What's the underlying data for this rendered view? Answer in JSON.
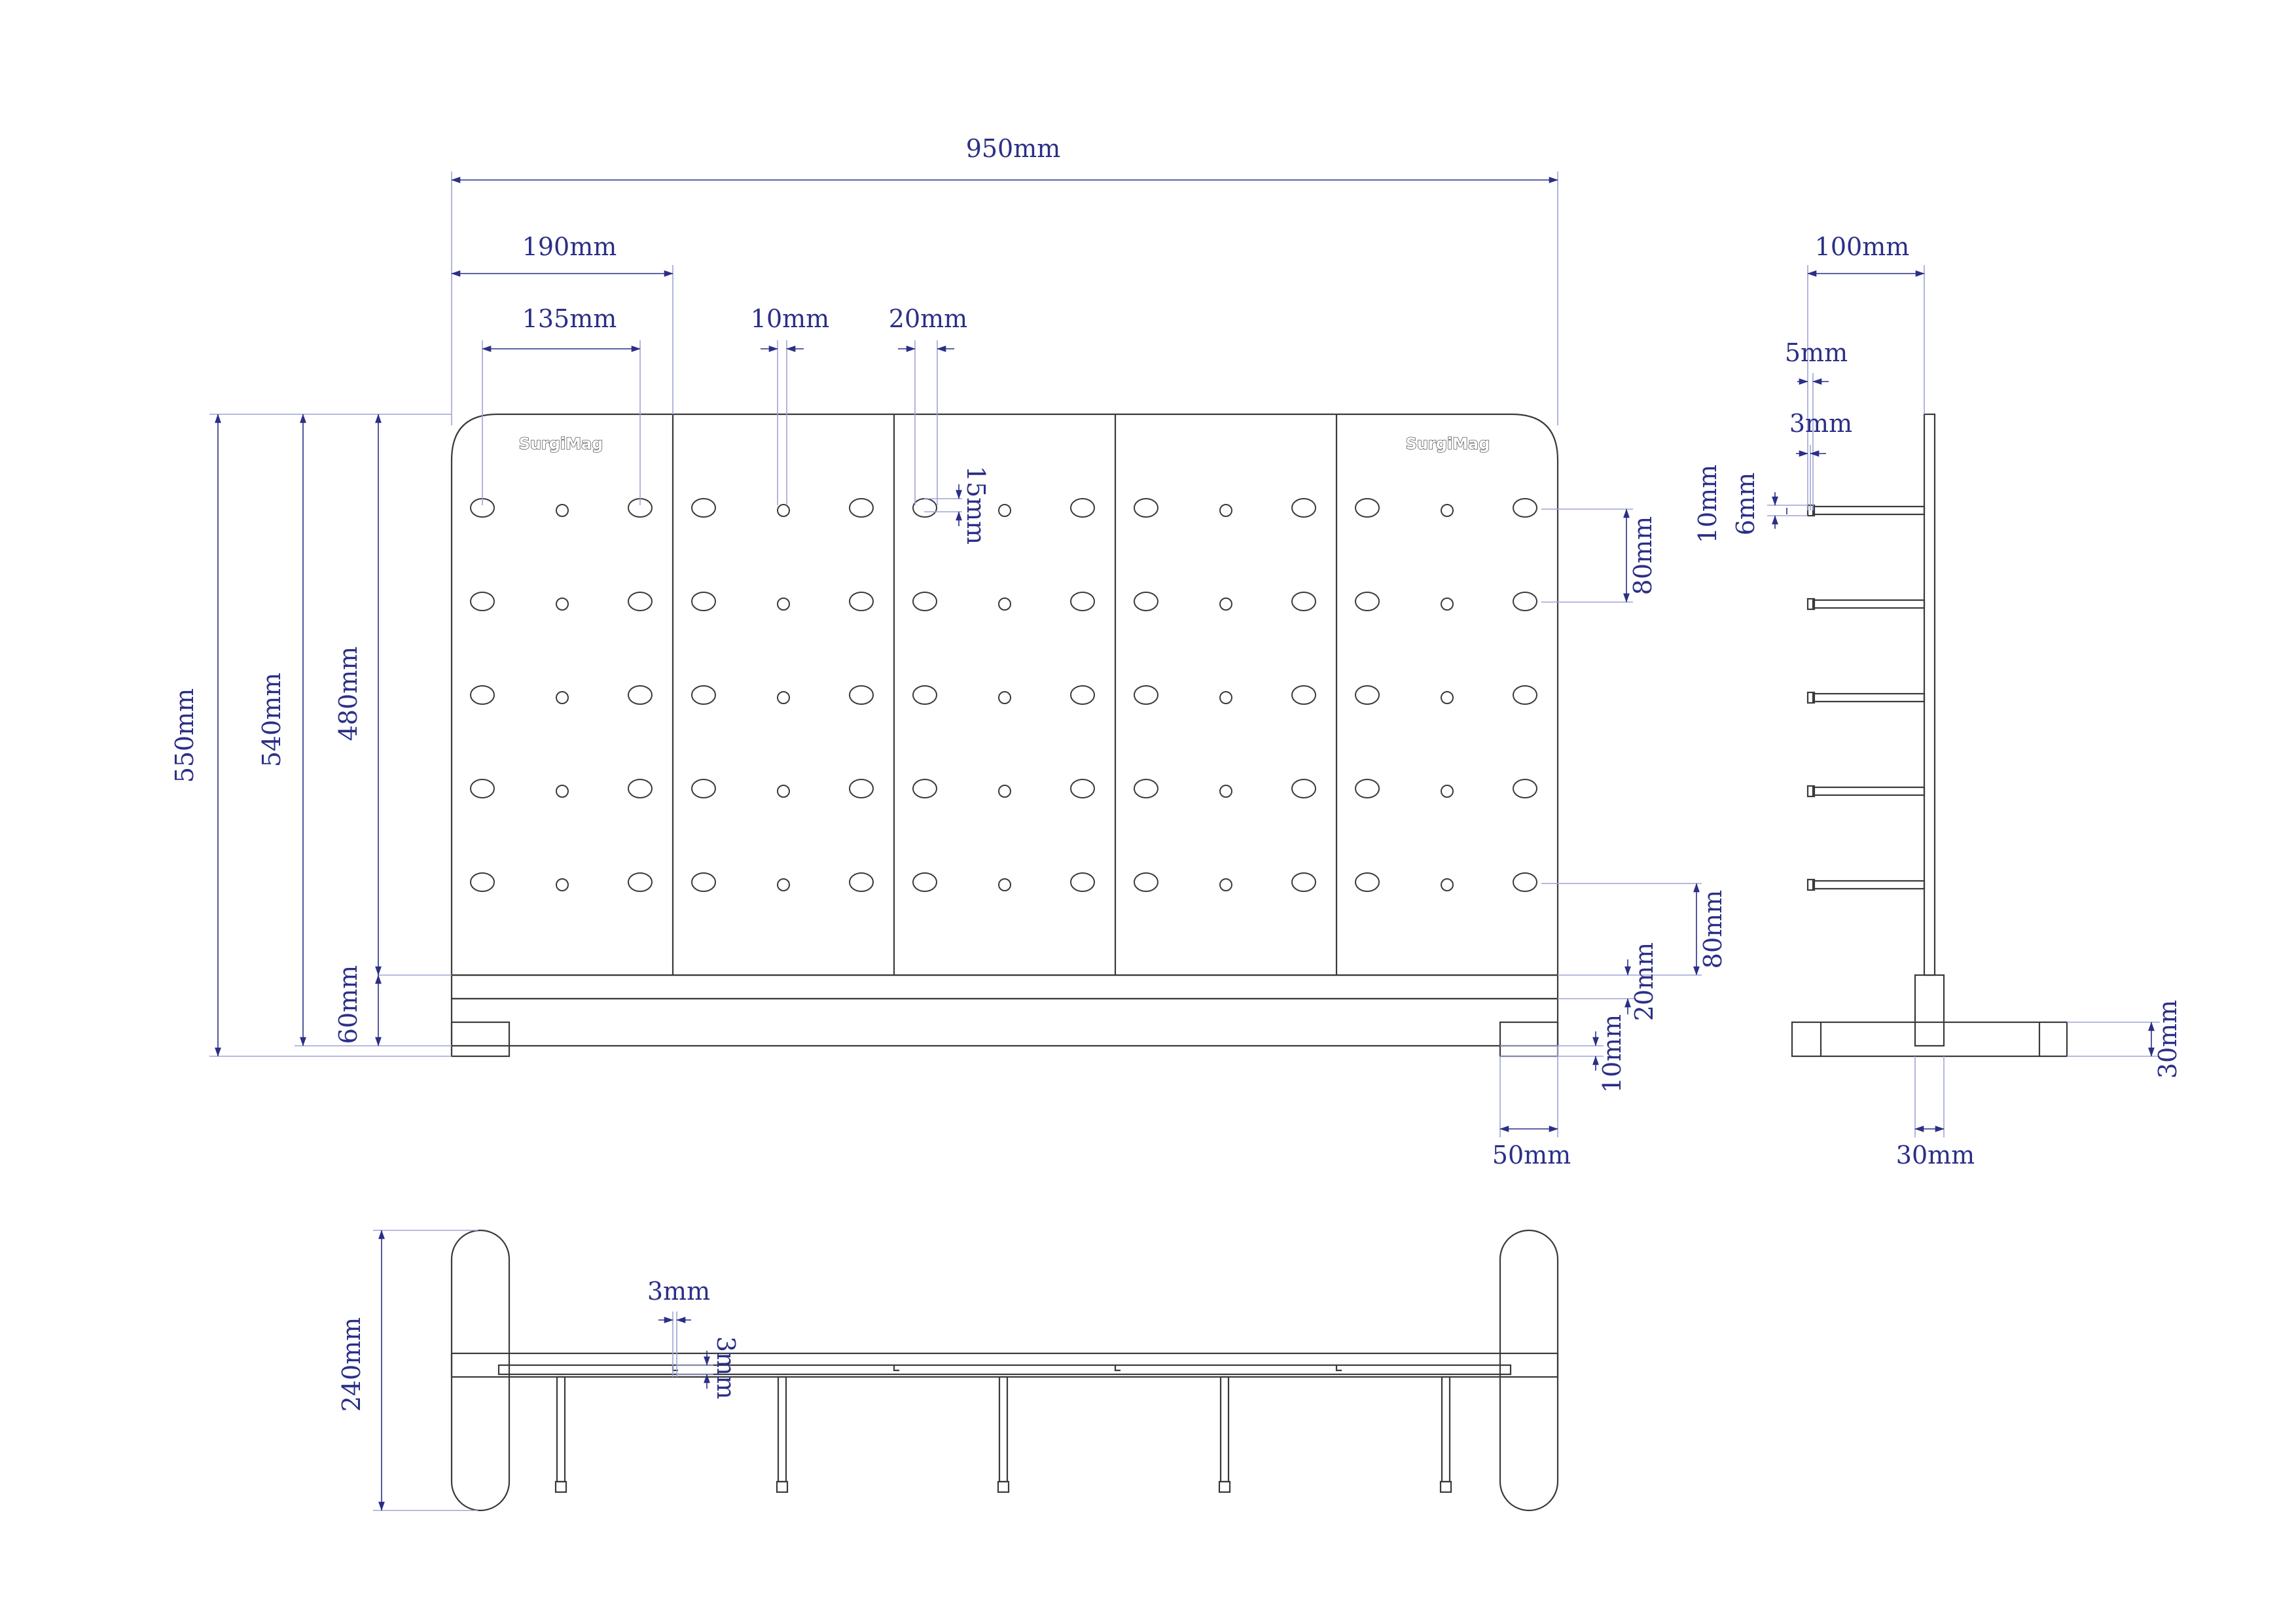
{
  "drawing": {
    "brand_logo": "SurgiMag",
    "front_view": {
      "overall_width": "950mm",
      "panel_width": "190mm",
      "slot_spacing": "135mm",
      "slot_width": "10mm",
      "hole_pitch": "20mm",
      "hole_offset": "15mm",
      "row_spacing_top": "80mm",
      "row_spacing_bottom": "80mm",
      "bottom_gap": "20mm",
      "foot_height": "10mm",
      "foot_width": "50mm",
      "overall_height": "550mm",
      "height_540": "540mm",
      "panel_height": "480mm",
      "base_height": "60mm"
    },
    "side_view": {
      "depth": "100mm",
      "peg_5": "5mm",
      "peg_3": "3mm",
      "peg_10": "10mm",
      "peg_6": "6mm",
      "base_height": "30mm",
      "post_width": "30mm"
    },
    "top_view": {
      "depth": "240mm",
      "rail_gap": "3mm",
      "rail_step": "3mm"
    }
  },
  "colors": {
    "outline": "#3a3a3a",
    "dimension": "#2b2f86",
    "extension": "#9ea3d6"
  }
}
